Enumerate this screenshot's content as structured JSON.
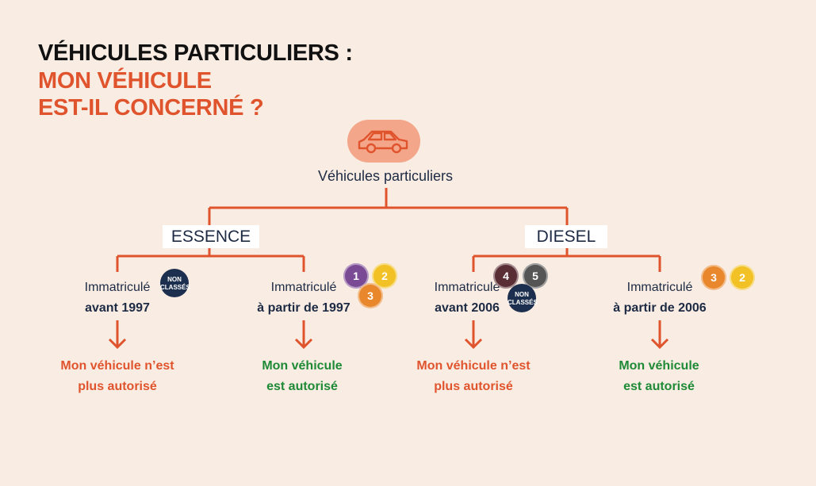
{
  "title": {
    "line1": "VÉHICULES PARTICULIERS :",
    "line2": "MON VÉHICULE",
    "line3": "EST-IL CONCERNÉ ?"
  },
  "colors": {
    "background": "#f9ede3",
    "accent": "#e0542d",
    "allowed": "#1e8a36",
    "navy": "#1d2a44"
  },
  "root": {
    "icon": "car-icon",
    "label": "Véhicules particuliers"
  },
  "branches": [
    {
      "name": "ESSENCE",
      "cases": [
        {
          "line1": "Immatriculé",
          "line2": "avant 1997",
          "badges": [
            "NON CLASSÉS"
          ],
          "result": [
            "Mon véhicule n’est",
            "plus autorisé"
          ],
          "allowed": false
        },
        {
          "line1": "Immatriculé",
          "line2": "à partir de 1997",
          "badges": [
            "1",
            "2",
            "3"
          ],
          "result": [
            "Mon véhicule",
            "est autorisé"
          ],
          "allowed": true
        }
      ]
    },
    {
      "name": "DIESEL",
      "cases": [
        {
          "line1": "Immatriculé",
          "line2": "avant 2006",
          "badges": [
            "4",
            "5",
            "NON CLASSÉS"
          ],
          "result": [
            "Mon véhicule n’est",
            "plus autorisé"
          ],
          "allowed": false
        },
        {
          "line1": "Immatriculé",
          "line2": "à partir de 2006",
          "badges": [
            "3",
            "2"
          ],
          "result": [
            "Mon véhicule",
            "est autorisé"
          ],
          "allowed": true
        }
      ]
    }
  ],
  "badge_text": {
    "nc_line1": "NON",
    "nc_line2": "CLASSÉS"
  }
}
